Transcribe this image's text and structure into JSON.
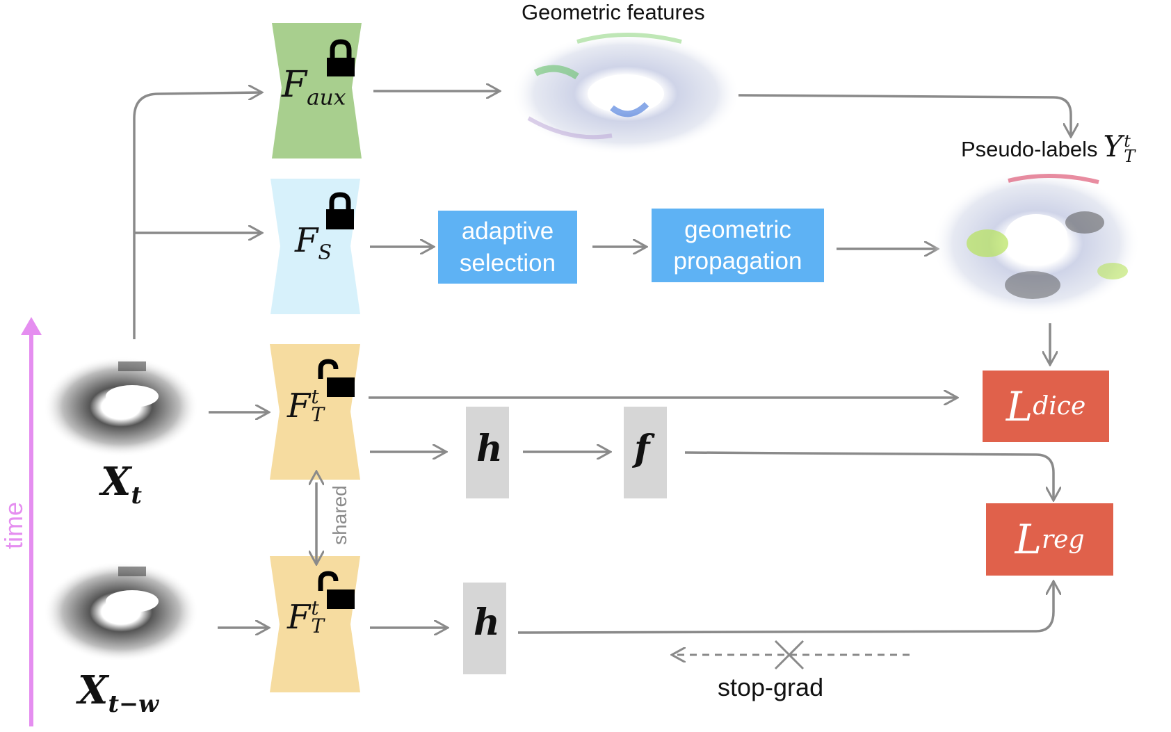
{
  "title_geometric_features": "Geometric features",
  "pseudo_labels": {
    "text": "Pseudo-labels",
    "symbol": "Y",
    "sup": "t",
    "sub": "T"
  },
  "time_label": "time",
  "shared_label": "shared",
  "stop_grad_label": "stop-grad",
  "boxes": {
    "adaptive_selection": [
      "adaptive",
      "selection"
    ],
    "geometric_propagation": [
      "geometric",
      "propagation"
    ]
  },
  "encoders": {
    "aux": {
      "symbol": "F",
      "sub": "aux"
    },
    "source": {
      "symbol": "F",
      "sub": "S"
    },
    "target_t": {
      "symbol": "F",
      "sup": "t",
      "sub": "T"
    },
    "target_tw": {
      "symbol": "F",
      "sup": "t",
      "sub": "T"
    }
  },
  "heads": {
    "h_top": "h",
    "f": "f",
    "h_bottom": "h"
  },
  "losses": {
    "dice": {
      "symbol": "L",
      "sub": "dice"
    },
    "reg": {
      "symbol": "L",
      "sub": "reg"
    }
  },
  "inputs": {
    "x_t": {
      "symbol": "X",
      "sub": "t"
    },
    "x_tw": {
      "symbol": "X",
      "sub": "t−w"
    }
  },
  "colors": {
    "aux_green": "#a8cf8e",
    "source_blue": "#d7f1fb",
    "target_yellow": "#f6dca0",
    "process_blue": "#5eb2f4",
    "loss_red": "#e0614b",
    "head_gray": "#d6d6d6",
    "arrow_gray": "#8a8a8a",
    "time_pink": "#e58ef0"
  }
}
